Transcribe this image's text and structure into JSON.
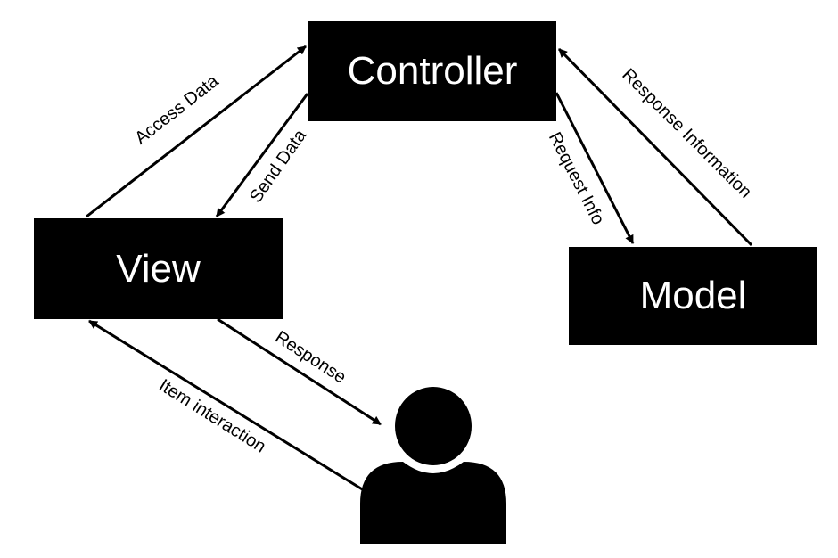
{
  "nodes": {
    "controller": "Controller",
    "view": "View",
    "model": "Model"
  },
  "edges": {
    "access_data": "Access Data",
    "send_data": "Send Data",
    "request_info": "Request Info",
    "response_information": "Response Information",
    "response": "Response",
    "item_interaction": "Item interaction"
  },
  "icons": {
    "user": "user-icon"
  },
  "colors": {
    "box_fill": "#000000",
    "box_text": "#ffffff",
    "line": "#000000",
    "background": "#ffffff"
  }
}
